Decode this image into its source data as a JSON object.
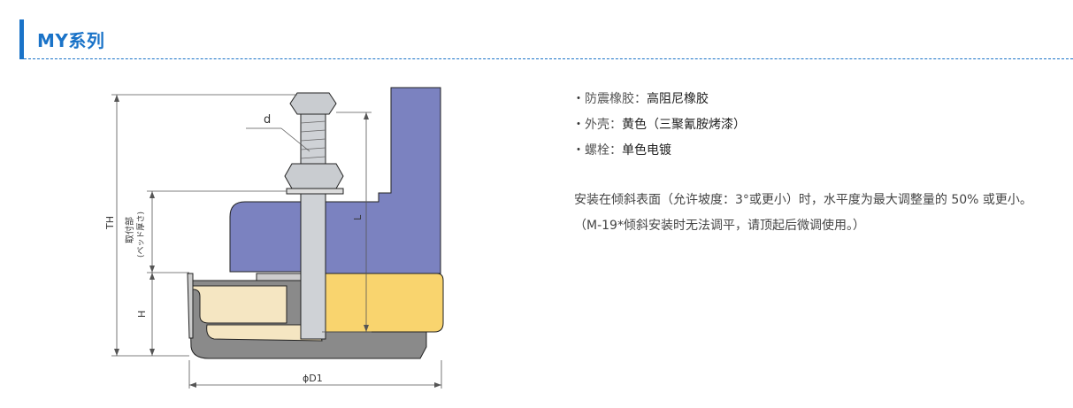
{
  "header": {
    "title": "MY系列"
  },
  "figure": {
    "labels": {
      "d": "d",
      "L": "L",
      "TH": "TH",
      "H": "H",
      "mount_1": "取付部",
      "mount_2": "(ベッド厚さ)",
      "D1": "ϕD1"
    }
  },
  "specs": [
    {
      "bullet": "・",
      "label": "防震橡胶：",
      "value": "高阻尼橡胶"
    },
    {
      "bullet": "・",
      "label": "外壳：",
      "value": "黄色（三聚氰胺烤漆）"
    },
    {
      "bullet": "・",
      "label": "螺栓：",
      "value": "单色电镀"
    }
  ],
  "note": {
    "line1": "安装在倾斜表面（允许坡度：3°或更小）时，水平度为最大调整量的 50% 或更小。",
    "line2": "（M-19*倾斜安装时无法调平，请顶起后微调使用。）"
  },
  "colors": {
    "accent": "#1a73c8",
    "machine": "#7b82c0",
    "housing": "#f9d46e",
    "rubber": "#8a8a8a"
  }
}
